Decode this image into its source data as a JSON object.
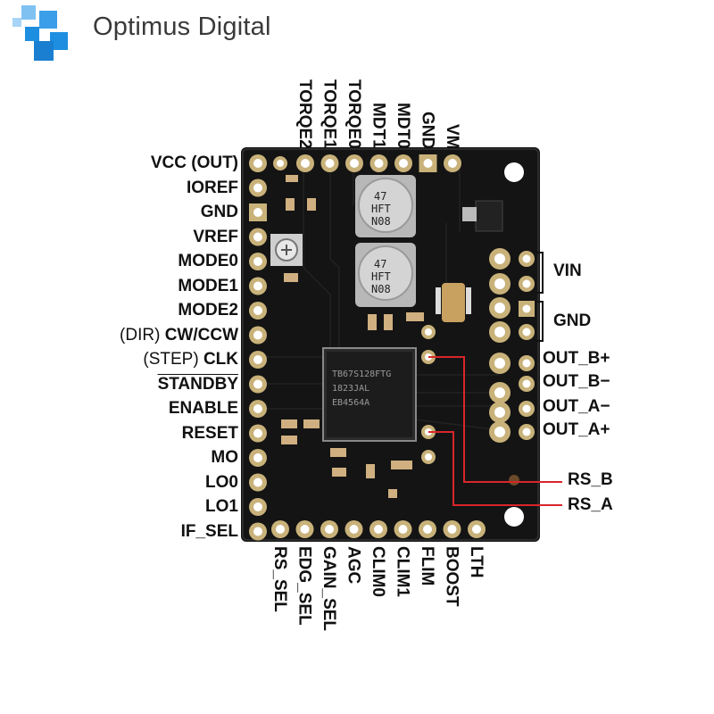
{
  "brand": {
    "name": "Optimus Digital",
    "colors": {
      "logo_blue": "#1e8fe0",
      "board": "#111111",
      "pad": "#c9b27a",
      "trace_red": "#d8262a"
    }
  },
  "board": {
    "capacitor_top": [
      "47",
      "HFT",
      "N08"
    ],
    "capacitor_bottom": [
      "47",
      "HFT",
      "N08"
    ],
    "chip_text": [
      "TB67S128FTG",
      "1823JAL",
      "EB4564A"
    ]
  },
  "pins": {
    "left": [
      {
        "prefix": "",
        "label": "VCC (OUT)",
        "overline": false
      },
      {
        "prefix": "",
        "label": "IOREF",
        "overline": false
      },
      {
        "prefix": "",
        "label": "GND",
        "overline": false
      },
      {
        "prefix": "",
        "label": "VREF",
        "overline": false
      },
      {
        "prefix": "",
        "label": "MODE0",
        "overline": false
      },
      {
        "prefix": "",
        "label": "MODE1",
        "overline": false
      },
      {
        "prefix": "",
        "label": "MODE2",
        "overline": false
      },
      {
        "prefix": "(DIR) ",
        "label": "CW/CCW",
        "overline": false
      },
      {
        "prefix": "(STEP) ",
        "label": "CLK",
        "overline": false
      },
      {
        "prefix": "",
        "label": "STANDBY",
        "overline": true
      },
      {
        "prefix": "",
        "label": "ENABLE",
        "overline": false
      },
      {
        "prefix": "",
        "label": "RESET",
        "overline": false
      },
      {
        "prefix": "",
        "label": "MO",
        "overline": false
      },
      {
        "prefix": "",
        "label": "LO0",
        "overline": false
      },
      {
        "prefix": "",
        "label": "LO1",
        "overline": false
      },
      {
        "prefix": "",
        "label": "IF_SEL",
        "overline": false
      }
    ],
    "top": [
      "TORQE2",
      "TORQE1",
      "TORQE0",
      "MDT1",
      "MDT0",
      "GND",
      "VM"
    ],
    "bottom": [
      "RS_SEL",
      "EDG_SEL",
      "GAIN_SEL",
      "AGC",
      "CLIM0",
      "CLIM1",
      "FLIM",
      "BOOST",
      "LTH"
    ],
    "right": [
      "VIN",
      "GND",
      "OUT_B+",
      "OUT_B−",
      "OUT_A−",
      "OUT_A+"
    ],
    "rs": [
      "RS_B",
      "RS_A"
    ]
  }
}
